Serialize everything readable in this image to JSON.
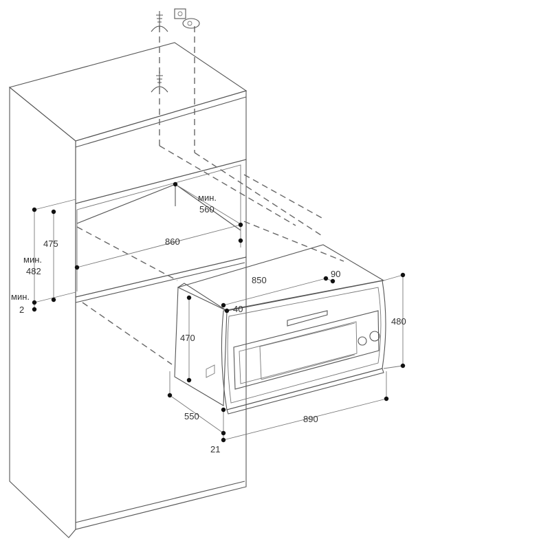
{
  "diagram": {
    "colors": {
      "cabinet_face": "#ffffff",
      "cabinet_side": "#f7f7f7",
      "appliance_side": "#efefef",
      "appliance_front": "#ffffff",
      "lines": "#555555",
      "points": "#111111",
      "text": "#333333"
    },
    "icons": [
      "antenna-ground-icon",
      "power-outlet-icon",
      "plug-icon"
    ],
    "dimensions": {
      "niche_depth_min_label": "мин.",
      "niche_depth_min_value": "560",
      "niche_width": "860",
      "niche_height": "475",
      "niche_height_min_label": "мин.",
      "niche_height_min_value": "482",
      "gap_min_label": "мин.",
      "gap_min_value": "2",
      "appliance_width": "850",
      "front_overhang": "90",
      "front_offset": "40",
      "appliance_height": "470",
      "front_height": "480",
      "appliance_depth": "550",
      "front_width": "890",
      "front_thickness": "21"
    }
  }
}
